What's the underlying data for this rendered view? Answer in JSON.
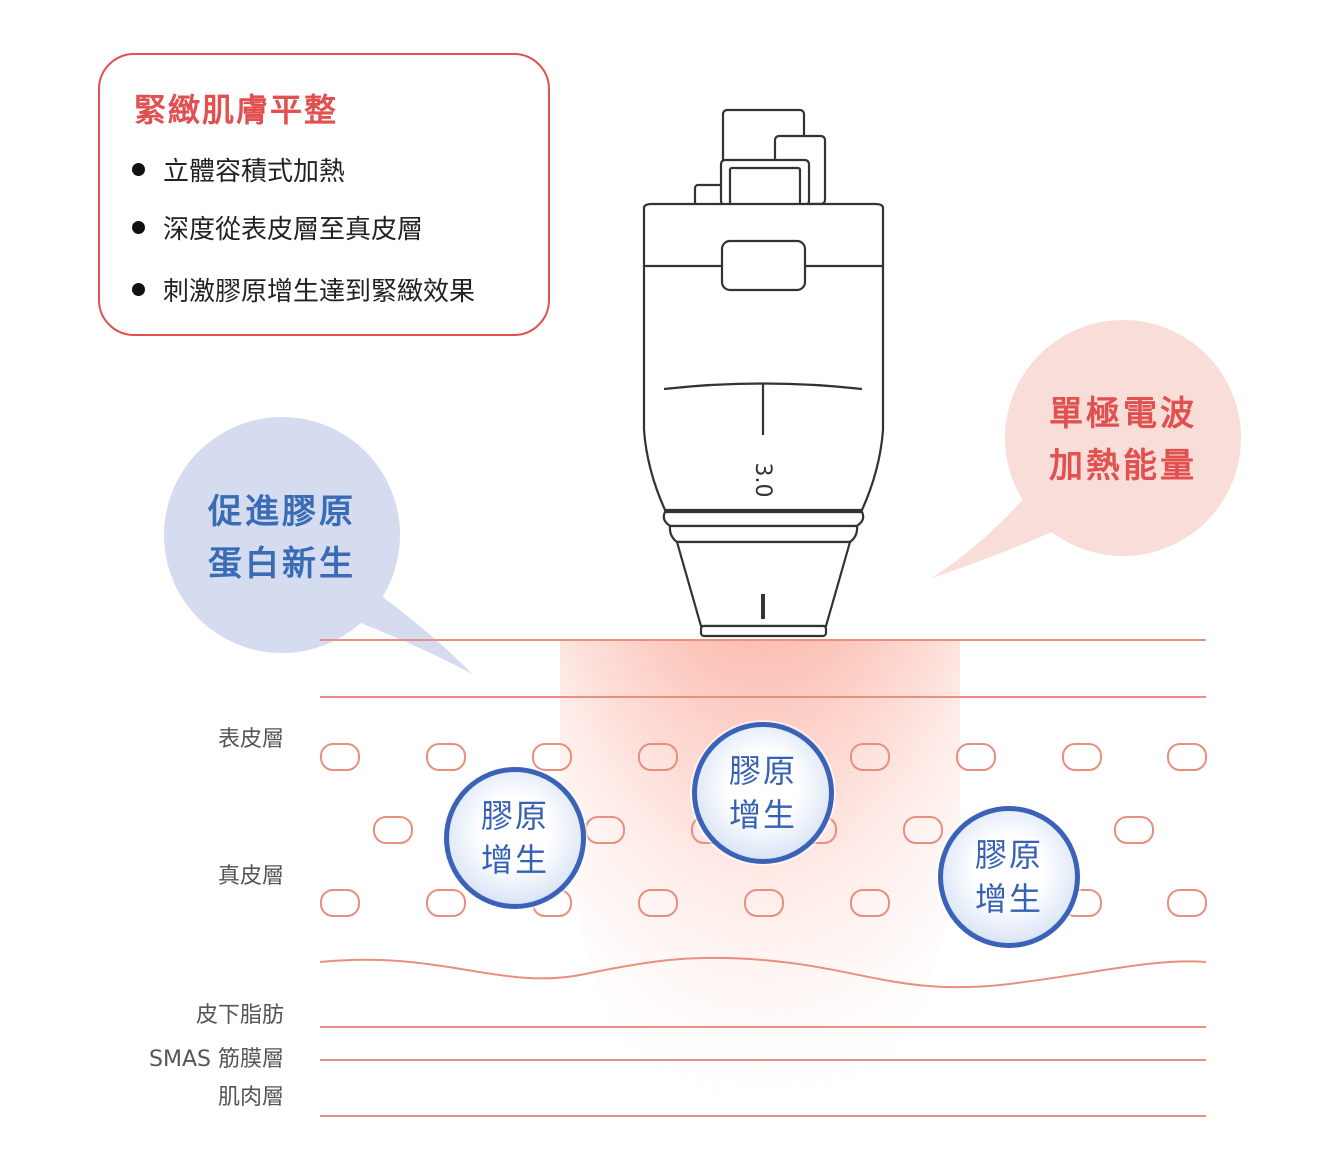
{
  "info_card": {
    "title": "緊緻肌膚平整",
    "items": [
      "立體容積式加熱",
      "深度從表皮層至真皮層",
      "刺激膠原增生達到緊緻效果"
    ]
  },
  "bubble_left": {
    "line1": "促進膠原",
    "line2": "蛋白新生"
  },
  "bubble_right": {
    "line1": "單極電波",
    "line2": "加熱能量"
  },
  "device": {
    "tip_label": "3.0"
  },
  "skin_layers": {
    "epidermis": "表皮層",
    "dermis": "真皮層",
    "subcutaneous_fat": "皮下脂肪",
    "smas": "SMAS 筋膜層",
    "muscle": "肌肉層"
  },
  "collagen_bubbles": [
    {
      "line1": "膠原",
      "line2": "增生"
    },
    {
      "line1": "膠原",
      "line2": "增生"
    },
    {
      "line1": "膠原",
      "line2": "增生"
    }
  ],
  "colors": {
    "accent_red": "#e0514f",
    "layer_line": "#e98f7e",
    "bubble_blue_fill": "#d6dcf0",
    "bubble_blue_text": "#3a6cb5",
    "bubble_pink_fill": "#f9ddd8",
    "bubble_pink_text": "#e0514f",
    "heat_glow": "#f6533b"
  }
}
